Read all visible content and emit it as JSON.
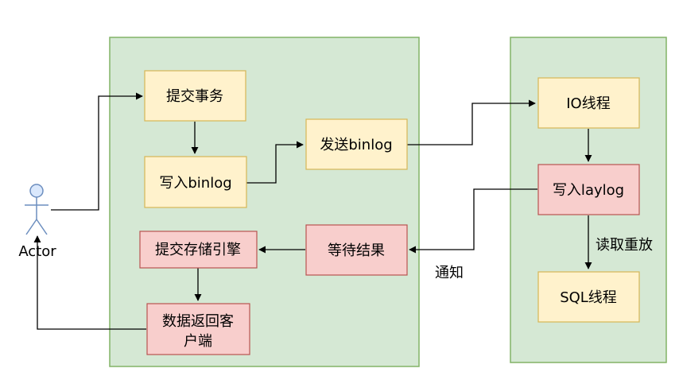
{
  "colors": {
    "group_fill": "#d5e8d4",
    "group_stroke": "#82b366",
    "yellow_fill": "#fff2cc",
    "yellow_stroke": "#d6b656",
    "red_fill": "#f8cecc",
    "red_stroke": "#b85450",
    "actor_fill": "#dae8fc",
    "actor_stroke": "#6c8ebf",
    "edge": "#000000"
  },
  "actor": {
    "label": "Actor"
  },
  "master": {
    "commit_txn": "提交事务",
    "write_binlog": "写入binlog",
    "send_binlog": "发送binlog",
    "wait_result": "等待结果",
    "commit_engine": "提交存储引擎",
    "return_client_line1": "数据返回客",
    "return_client_line2": "户端"
  },
  "slave": {
    "io_thread": "IO线程",
    "write_relaylog": "写入laylog",
    "sql_thread": "SQL线程"
  },
  "edges": {
    "notify": "通知",
    "read_replay": "读取重放"
  }
}
